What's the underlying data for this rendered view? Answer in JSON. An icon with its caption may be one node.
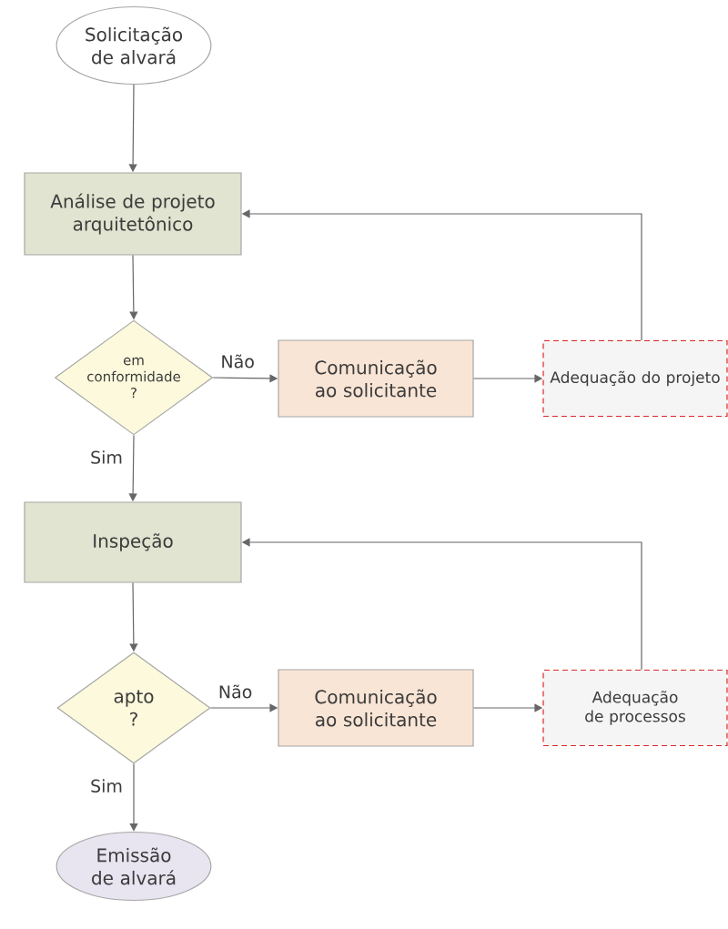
{
  "diagram": {
    "nodes": [
      {
        "text": [
          "Solicitação de alvará"
        ]
      },
      {
        "text": [
          "Análise de projeto arquitetônico"
        ]
      },
      {
        "text": [
          "em conformidade ?"
        ]
      },
      {
        "text": [
          "Comunicação ao solicitante"
        ]
      },
      {
        "text": [
          "Adequação do projeto"
        ]
      },
      {
        "text": [
          "Inspeção"
        ]
      },
      {
        "text": [
          "apto ?"
        ]
      },
      {
        "text": [
          "Comunicação ao solicitante"
        ]
      },
      {
        "text": [
          "Adequação de processos"
        ]
      },
      {
        "text": [
          "Emissão de alvará"
        ]
      }
    ],
    "edges": [
      {
        "from": 0,
        "to": 1,
        "arrow": "to"
      },
      {
        "from": 1,
        "to": 2,
        "arrow": "to"
      },
      {
        "from": 2,
        "to": 3,
        "arrow": "to",
        "label": "Não"
      },
      {
        "from": 3,
        "to": 4,
        "arrow": "to"
      },
      {
        "from": 4,
        "to": 1,
        "arrow": "to"
      },
      {
        "from": 2,
        "to": 5,
        "arrow": "to",
        "label": "Sim"
      },
      {
        "from": 5,
        "to": 6,
        "arrow": "to"
      },
      {
        "from": 6,
        "to": 7,
        "arrow": "to",
        "label": "Não"
      },
      {
        "from": 7,
        "to": 8,
        "arrow": "to"
      },
      {
        "from": 8,
        "to": 5,
        "arrow": "to"
      },
      {
        "from": 6,
        "to": 9,
        "arrow": "to",
        "label": "Sim"
      }
    ]
  }
}
